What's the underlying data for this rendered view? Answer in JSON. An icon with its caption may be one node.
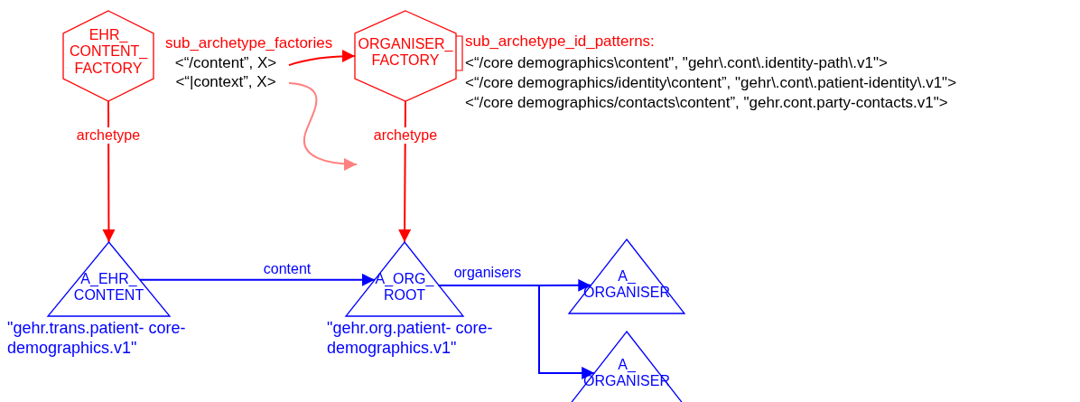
{
  "diagram": {
    "nodes": [
      {
        "text": [
          "EHR_ CONTENT_ FACTORY"
        ]
      },
      {
        "text": [
          "<“/content”, X>"
        ]
      },
      {
        "text": [
          "<“|context”, X>"
        ]
      },
      {
        "text": [
          "ORGANISER_ FACTORY"
        ]
      },
      {
        "text": [
          "A_EHR_ CONTENT"
        ],
        "beside": [
          "\"gehr.trans.patient- core-demographics.v1\""
        ]
      },
      {
        "text": [
          "A_ORG_ ROOT"
        ],
        "beside": [
          "\"gehr.org.patient- core-demographics.v1\""
        ]
      },
      {
        "text": [
          "A_ ORGANISER"
        ]
      },
      {
        "text": [
          "A_ ORGANISER"
        ]
      }
    ],
    "edges": [
      {
        "from": 0,
        "to": 4,
        "arrow": "to",
        "label": "archetype",
        "color": "#ff0000"
      },
      {
        "from": 1,
        "to": 3,
        "arrow": "to",
        "color": "#ff0000"
      },
      {
        "from": 2,
        "to": null,
        "arrow": "to",
        "color": "#ff8080"
      },
      {
        "from": 3,
        "to": 5,
        "arrow": "to",
        "label": "archetype",
        "color": "#ff0000"
      },
      {
        "from": 4,
        "to": 5,
        "arrow": "to",
        "label": "content",
        "color": "#0000ff"
      },
      {
        "from": 5,
        "to": 6,
        "arrow": "to",
        "label": "organisers",
        "color": "#0000ff"
      },
      {
        "from": 5,
        "to": 7,
        "arrow": "to",
        "color": "#0000ff"
      }
    ],
    "labels": [
      "sub_archetype_factories",
      "sub_archetype_id_patterns:",
      "<“/core demographics\\content\", \"gehr\\.cont\\.identity-path\\.v1\">",
      "<“/core demographics/identity\\content”, \"gehr\\.cont\\.patient-identity\\.v1\">",
      "<“/core demographics/contacts\\content”, \"gehr.cont.party-contacts.v1\">"
    ]
  }
}
